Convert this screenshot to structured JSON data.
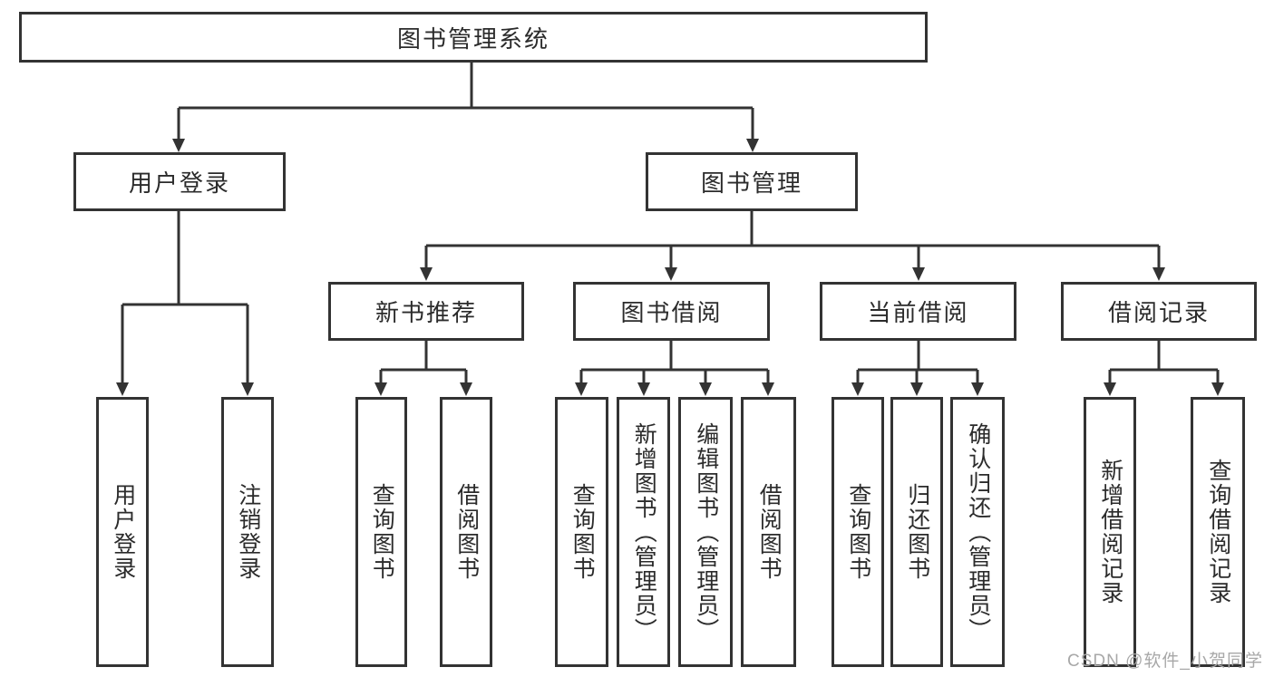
{
  "diagram": {
    "root": "图书管理系统",
    "login": {
      "label": "用户登录",
      "children": [
        "用户登录",
        "注销登录"
      ]
    },
    "management": {
      "label": "图书管理",
      "sections": [
        {
          "label": "新书推荐",
          "children": [
            "查询图书",
            "借阅图书"
          ]
        },
        {
          "label": "图书借阅",
          "children": [
            "查询图书",
            "新增图书（管理员）",
            "编辑图书（管理员）",
            "借阅图书"
          ]
        },
        {
          "label": "当前借阅",
          "children": [
            "查询图书",
            "归还图书",
            "确认归还（管理员）"
          ]
        },
        {
          "label": "借阅记录",
          "children": [
            "新增借阅记录",
            "查询借阅记录"
          ]
        }
      ]
    }
  },
  "watermark": "CSDN @软件_小贺同学",
  "colors": {
    "line": "#333333",
    "text": "#2b2b2b",
    "watermark": "#a8a8a8",
    "background": "#ffffff"
  }
}
